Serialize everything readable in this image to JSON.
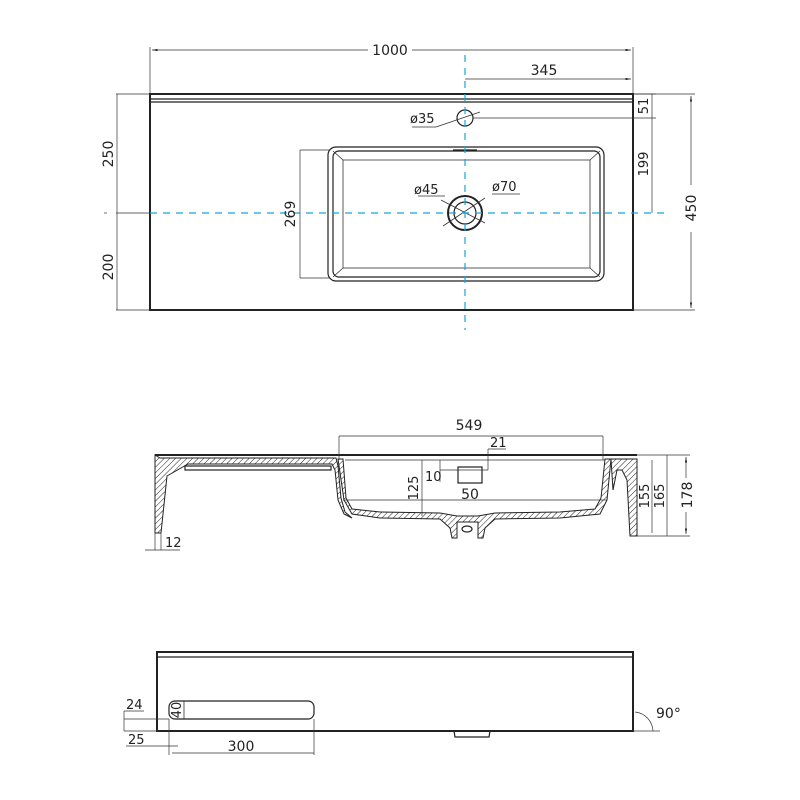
{
  "drawing": {
    "subject": "Wall-hung washbasin, left-side shelf",
    "units": "mm",
    "colors": {
      "outline": "#222222",
      "centerline": "#1aa3d9",
      "background": "#ffffff"
    }
  },
  "top_view": {
    "overall_width": "1000",
    "tap_hole_from_right": "345",
    "tap_hole_diameter": "ø35",
    "back_to_tap_hole": "51",
    "tap_hole_to_drain": "199",
    "overall_depth": "450",
    "back_to_drain_axis": "250",
    "front_to_drain_axis": "200",
    "bowl_depth_dim": "269",
    "drain_inner_diameter": "ø45",
    "drain_outer_diameter": "ø70"
  },
  "section_view": {
    "bowl_width": "549",
    "overflow_offset": "21",
    "overflow_height": "10",
    "overflow_width": "50",
    "bowl_inner_depth": "125",
    "side_height_inner": "155",
    "side_height_mid": "165",
    "overall_height": "178",
    "leg_thickness": "12"
  },
  "front_view": {
    "slot_height": "40",
    "slot_width": "300",
    "slot_bottom_offset": "24",
    "slot_left_offset": "25",
    "corner_angle": "90°"
  }
}
